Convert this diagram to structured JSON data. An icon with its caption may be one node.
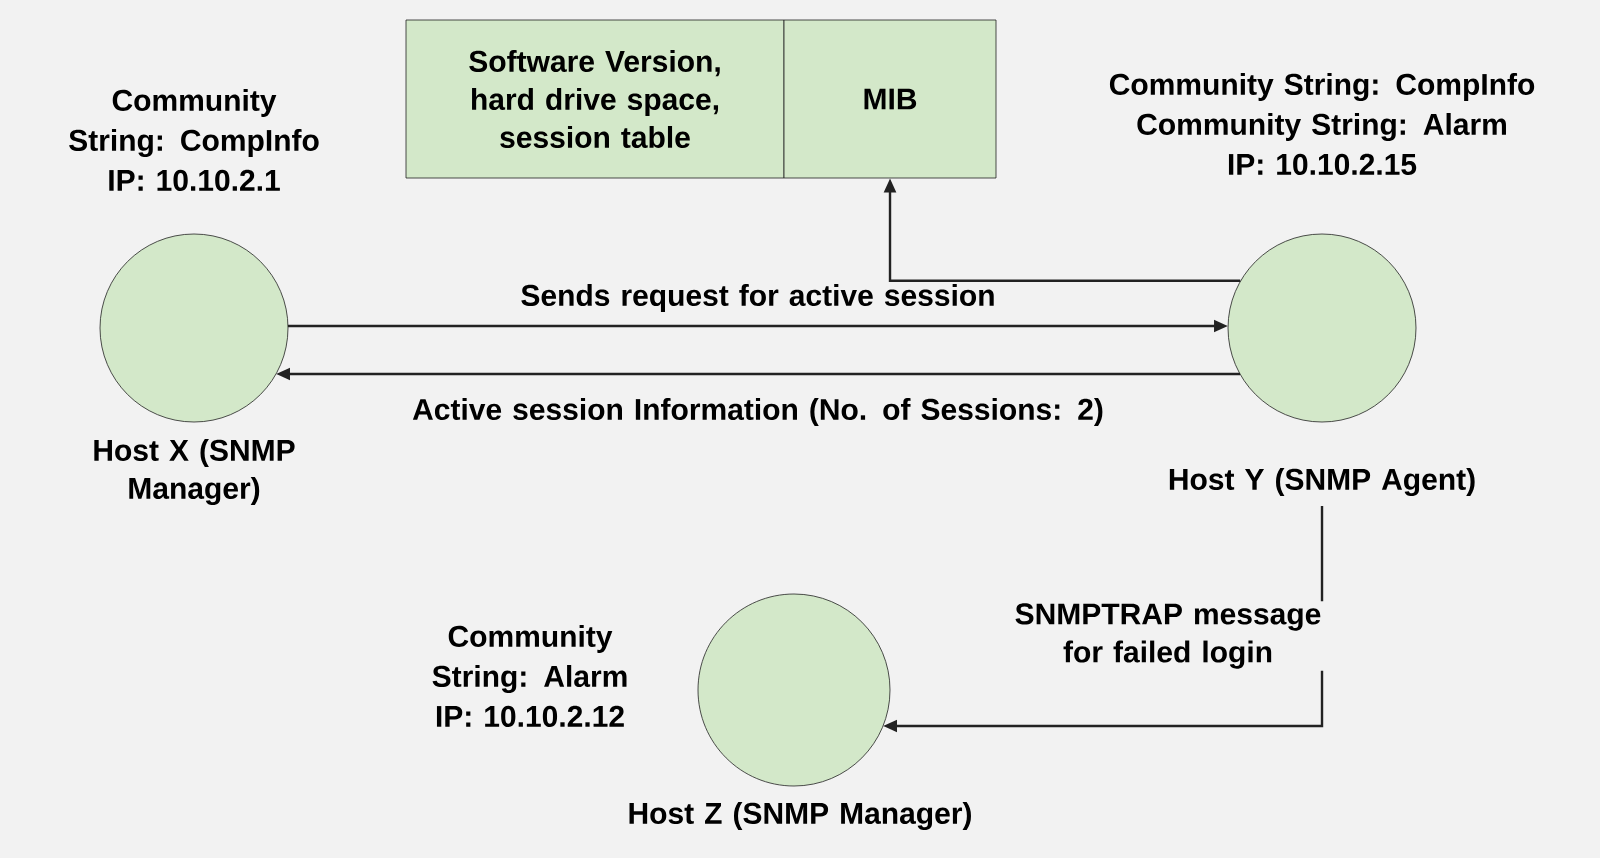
{
  "diagram": {
    "nodes": [
      {
        "text": [
          "Software Version, hard drive space, session table"
        ]
      },
      {
        "text": [
          "MIB"
        ]
      },
      {
        "text": [
          "Host X (SNMP Manager)"
        ],
        "beside": [
          "Community String: CompInfo",
          "IP: 10.10.2.1"
        ]
      },
      {
        "text": [
          "Host Y (SNMP Agent)"
        ],
        "beside": [
          "Community String: CompInfo",
          "Community String: Alarm",
          "IP: 10.10.2.15"
        ]
      },
      {
        "text": [
          "Host Z (SNMP Manager)"
        ],
        "beside": [
          "Community String: Alarm",
          "IP: 10.10.2.12"
        ]
      }
    ],
    "edges": [
      {
        "from": 2,
        "to": 3,
        "arrow": "to",
        "label": "Sends request for active session"
      },
      {
        "from": 3,
        "to": 2,
        "arrow": "to",
        "label": "Active session Information (No. of Sessions: 2)"
      },
      {
        "from": 3,
        "to": 1,
        "arrow": "to"
      },
      {
        "from": 3,
        "to": 4,
        "arrow": "to",
        "label": "SNMPTRAP message for failed login"
      }
    ]
  }
}
